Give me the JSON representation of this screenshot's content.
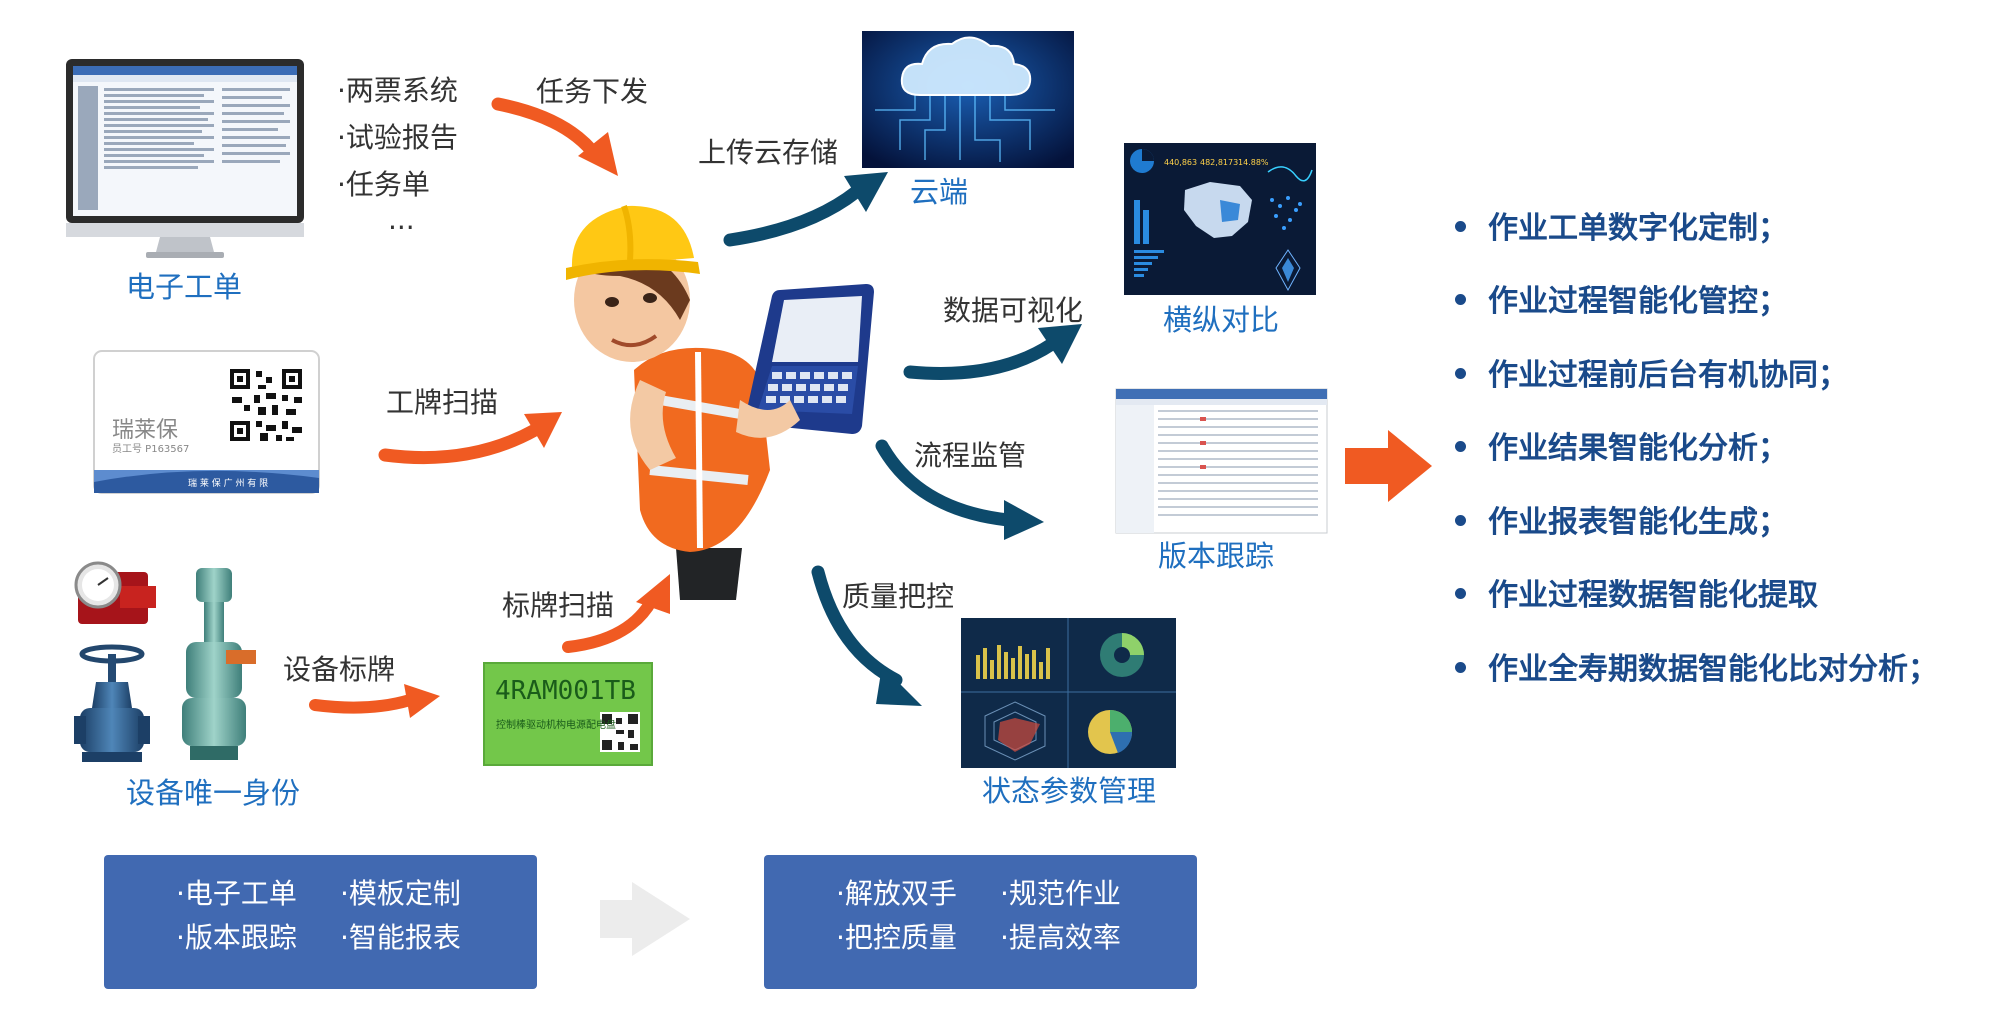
{
  "left": {
    "work_order_items": [
      "·两票系统",
      "·试验报告",
      "·任务单",
      "···"
    ],
    "work_order_caption": "电子工单",
    "badge": {
      "name": "瑞莱保",
      "number": "员工号  P163567",
      "footer": "瑞 莱 保 广 州 有 限"
    },
    "equipment_caption": "设备唯一身份",
    "nameplate_code": "4RAM001TB",
    "nameplate_sub": "控制棒驱动机构电源配电盘"
  },
  "flows": {
    "task_dispatch": "任务下发",
    "badge_scan": "工牌扫描",
    "device_plate": "设备标牌",
    "plate_scan": "标牌扫描",
    "cloud_upload": "上传云存储",
    "data_viz": "数据可视化",
    "process_supervision": "流程监管",
    "quality_control": "质量把控"
  },
  "outputs": {
    "cloud": "云端",
    "comparison": "横纵对比",
    "version_tracking": "版本跟踪",
    "status_params": "状态参数管理"
  },
  "dashboard": {
    "stat1": "440,863",
    "stat2": "482,8173",
    "stat3": "14.88%"
  },
  "benefits": [
    "作业工单数字化定制；",
    "作业过程智能化管控；",
    "作业过程前后台有机协同；",
    "作业结果智能化分析；",
    "作业报表智能化生成；",
    "作业过程数据智能化提取",
    "作业全寿期数据智能化比对分析；"
  ],
  "bottom_left": [
    "·电子工单",
    "·模板定制",
    "·版本跟踪",
    "·智能报表"
  ],
  "bottom_right": [
    "·解放双手",
    "·规范作业",
    "·把控质量",
    "·提高效率"
  ],
  "colors": {
    "orange": "#f05a22",
    "navy": "#0d4a6b",
    "caption_blue": "#1f6fbf",
    "box_blue": "#4169b1",
    "bold_blue": "#1a4a8a"
  }
}
